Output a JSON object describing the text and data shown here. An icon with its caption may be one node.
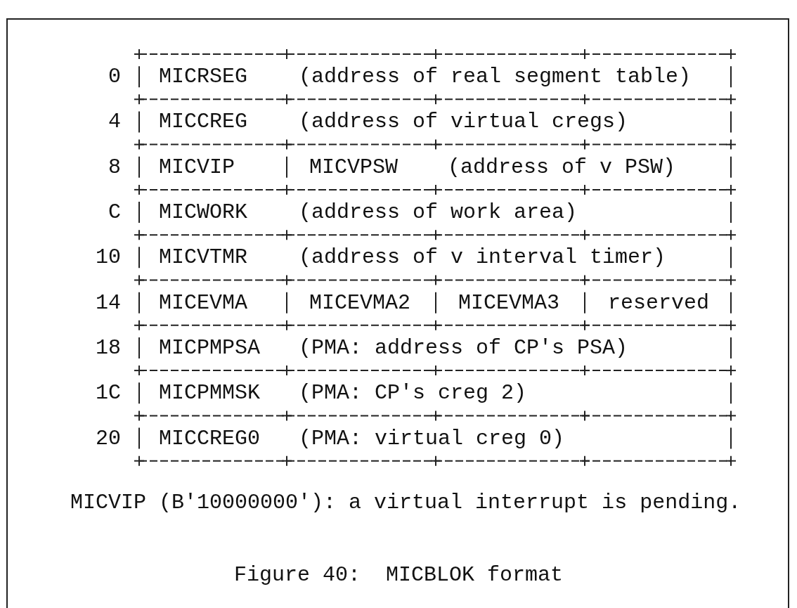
{
  "diagram": {
    "caption": "Figure 40:  MICBLOK format",
    "labels": [
      "0",
      "MICRSEG",
      "(address of real segment table)",
      "4",
      "MICCREG",
      "(address of virtual cregs)",
      "8",
      "MICVIP",
      "MICVPSW",
      "(address of v PSW)",
      "C",
      "MICWORK",
      "(address of work area)",
      "10",
      "MICVTMR",
      "(address of v interval timer)",
      "14",
      "MICEVMA",
      "MICEVMA2",
      "MICEVMA3",
      "reserved",
      "18",
      "MICPMPSA",
      "(PMA: address of CP's PSA)",
      "1C",
      "MICPMMSK",
      "(PMA: CP's creg 2)",
      "20",
      "MICCREG0",
      "(PMA: virtual creg 0)",
      "MICVIP (B'10000000'): a virtual interrupt is pending."
    ]
  }
}
